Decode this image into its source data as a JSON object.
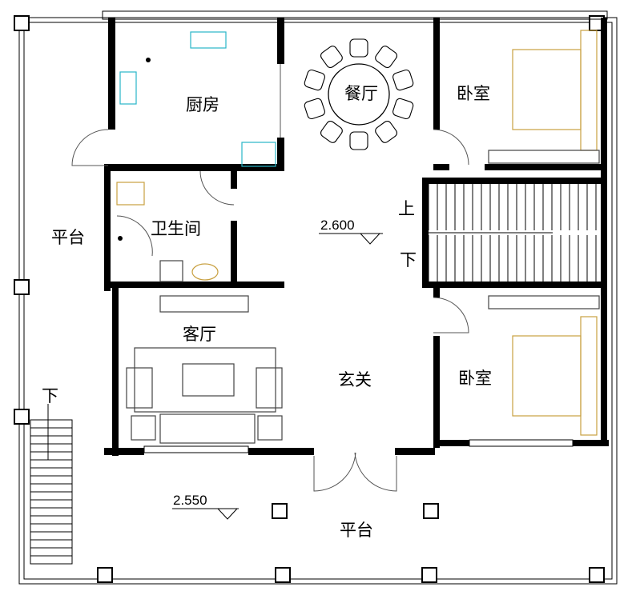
{
  "labels": {
    "kitchen": "厨房",
    "dining": "餐厅",
    "bedroom_top": "卧室",
    "bedroom_bottom": "卧室",
    "bathroom": "卫生间",
    "platform_left": "平台",
    "platform_bottom": "平台",
    "living_room": "客厅",
    "entrance": "玄关",
    "stairs_up": "上",
    "stairs_down": "下",
    "outdoor_stairs_down": "下"
  },
  "elevations": {
    "floor": "2.600",
    "platform": "2.550"
  },
  "colors": {
    "wall": "#000000",
    "furniture": "#c8a040",
    "fixture": "#29b6c8"
  }
}
